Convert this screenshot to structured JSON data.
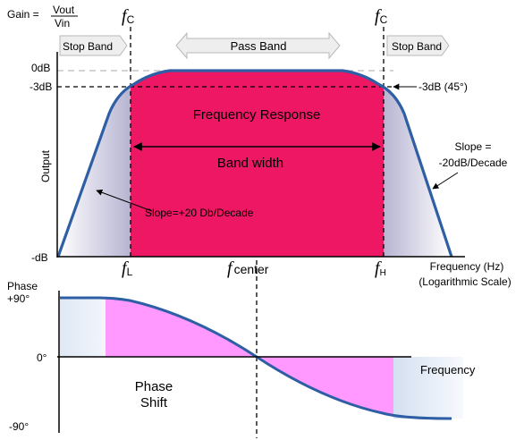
{
  "gain": {
    "prefix": "Gain =",
    "numerator": "Vout",
    "denominator": "Vin"
  },
  "cutoff": {
    "symbol": "f",
    "subscript": "C"
  },
  "bands": {
    "stop_left": "Stop Band",
    "pass": "Pass Band",
    "stop_right": "Stop Band"
  },
  "levels": {
    "zero_db": "0dB",
    "minus_3db": "-3dB",
    "minus_db": "-dB",
    "minus_3db_note": "-3dB (45°)"
  },
  "output_axis_label": "Output",
  "response": {
    "title": "Frequency Response",
    "bandwidth": "Band width"
  },
  "slopes": {
    "left": "Slope=+20 Db/Decade",
    "right_line1": "Slope =",
    "right_line2": "-20dB/Decade"
  },
  "freq_marks": {
    "low_symbol": "f",
    "low_sub": "L",
    "center_symbol": "f",
    "center_word": "center",
    "high_symbol": "f",
    "high_sub": "H"
  },
  "freq_axis": {
    "line1": "Frequency (Hz)",
    "line2": "(Logarithmic Scale)"
  },
  "phase": {
    "title": "Phase",
    "plus90": "+90°",
    "zero": "0°",
    "minus90": "-90°",
    "axis": "Frequency",
    "shift_line1": "Phase",
    "shift_line2": "Shift"
  },
  "colors": {
    "passband_fill": "#ee1763",
    "curve": "#2e5fa5",
    "phase_shift_fill": "#ff99ff",
    "band_arrow_fill": "#eeeeee",
    "phase_text": "#2e5fa5"
  }
}
